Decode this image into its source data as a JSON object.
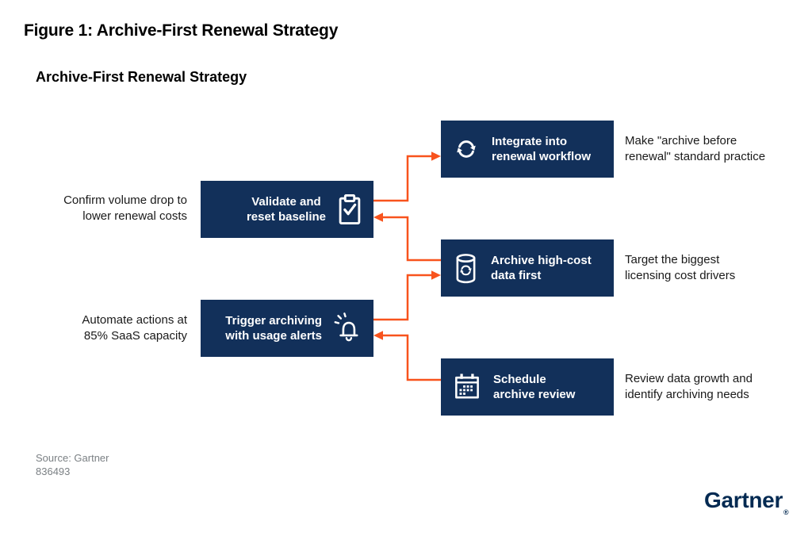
{
  "page": {
    "figure_title": "Figure 1: Archive-First Renewal Strategy",
    "diagram_title": "Archive-First Renewal Strategy",
    "source_line1": "Source: Gartner",
    "source_line2": "836493",
    "logo_text": "Gartner",
    "logo_registered": "®"
  },
  "colors": {
    "box_fill": "#12305A",
    "connector": "#F8531D",
    "logo_navy": "#032A52",
    "source_gray": "#7B8084",
    "text_dark": "#1A1A1A"
  },
  "steps": [
    {
      "id": "integrate",
      "column": "right",
      "icon": "sync-icon",
      "label": "Integrate into\nrenewal workflow",
      "annotation": "Make \"archive before\nrenewal\" standard practice"
    },
    {
      "id": "validate",
      "column": "left",
      "icon": "clipboard-check-icon",
      "label": "Validate and\nreset baseline",
      "annotation": "Confirm volume drop to\nlower renewal costs"
    },
    {
      "id": "archive",
      "column": "right",
      "icon": "database-sync-icon",
      "label": "Archive high-cost\ndata first",
      "annotation": "Target the biggest\nlicensing cost drivers"
    },
    {
      "id": "trigger",
      "column": "left",
      "icon": "bell-alert-icon",
      "label": "Trigger archiving\nwith usage alerts",
      "annotation": "Automate actions at\n85% SaaS capacity"
    },
    {
      "id": "schedule",
      "column": "right",
      "icon": "calendar-icon",
      "label": "Schedule\narchive review",
      "annotation": "Review data growth and\nidentify archiving needs"
    }
  ],
  "flow_order": [
    "schedule",
    "trigger",
    "archive",
    "validate",
    "integrate"
  ]
}
